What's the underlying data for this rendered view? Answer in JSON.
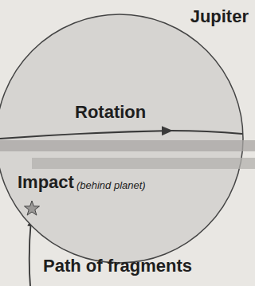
{
  "diagram": {
    "nodes": [
      {
        "text": [
          "Jupiter",
          "Rotation",
          "Impact",
          "(behind planet)"
        ]
      }
    ],
    "labels": [
      "Path of fragments"
    ]
  }
}
